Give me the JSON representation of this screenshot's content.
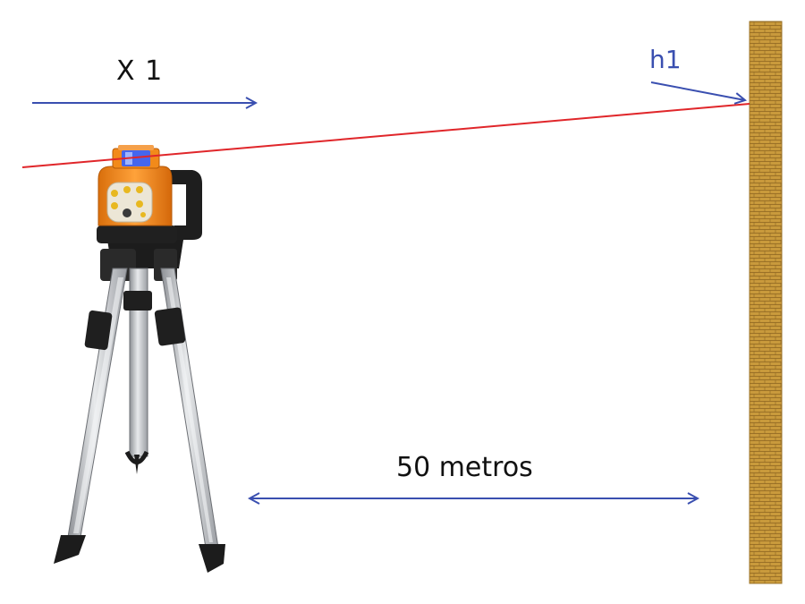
{
  "labels": {
    "offset_label": "X 1",
    "height_label": "h1",
    "distance_label": "50 metros"
  },
  "colors": {
    "laser_beam": "#e0262a",
    "arrows": "#3a4fb0",
    "wall": "#c99a3c",
    "laser_body": "#f08a1c",
    "tripod_legs": "#b9bcc0"
  },
  "icons": {
    "laser_level": "rotary-laser-level-icon",
    "tripod": "tripod-icon",
    "wall": "leveling-staff-wall-icon"
  }
}
